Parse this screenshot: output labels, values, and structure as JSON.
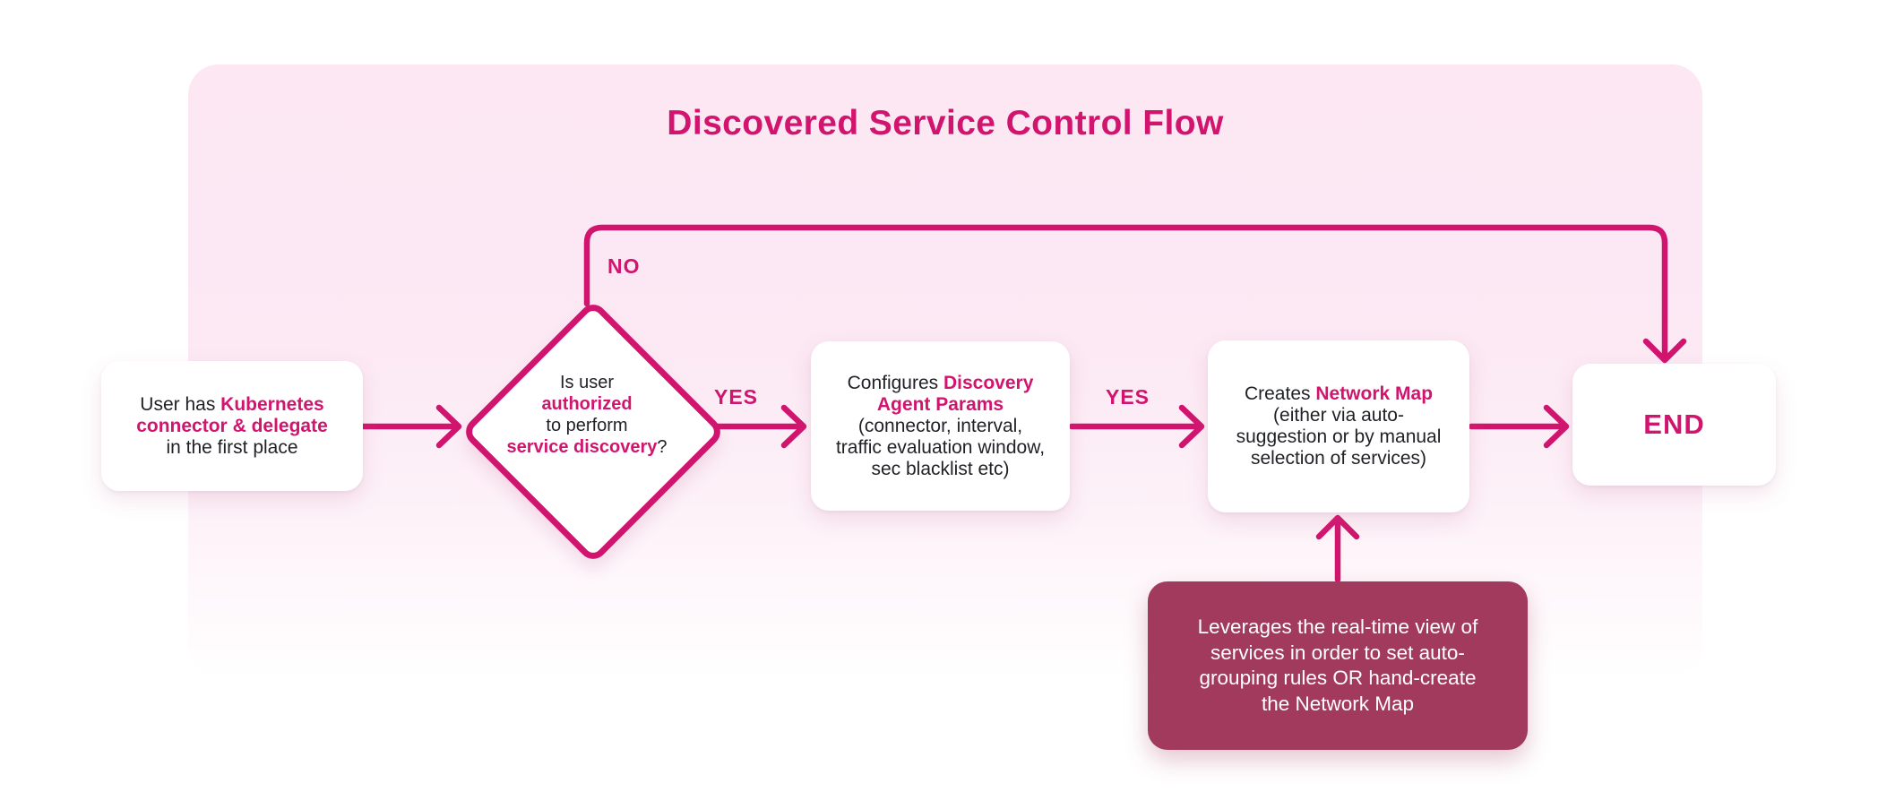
{
  "title": "Discovered Service Control Flow",
  "labels": {
    "no": "NO",
    "yes_authorized": "YES",
    "yes_configured": "YES"
  },
  "nodes": {
    "start": {
      "line1_pre": "User has ",
      "line1_em": "Kubernetes",
      "line2_em": "connector & delegate",
      "line3": "in the first place"
    },
    "decision": {
      "line1": "Is user",
      "line2_em": "authorized",
      "line3": "to perform",
      "line4_em": "service discovery",
      "line4_tail": "?"
    },
    "configure": {
      "line1_pre": "Configures ",
      "line1_em": "Discovery",
      "line2_em": "Agent Params",
      "line3": "(connector, interval,",
      "line4": "traffic evaluation window,",
      "line5": "sec blacklist etc)"
    },
    "creates": {
      "line1_pre": "Creates ",
      "line1_em": "Network Map",
      "line2": "(either via auto-",
      "line3": "suggestion or by manual",
      "line4": "selection of services)"
    },
    "end": {
      "label": "END"
    },
    "note": {
      "line1": "Leverages the real-time view of",
      "line2": "services in order to set auto-",
      "line3": "grouping rules OR hand-create",
      "line4": "the Network Map"
    }
  },
  "colors": {
    "accent": "#d1156e",
    "note_background": "#a23a5e",
    "panel_pink": "#fce7f3",
    "text": "#1f2126"
  }
}
